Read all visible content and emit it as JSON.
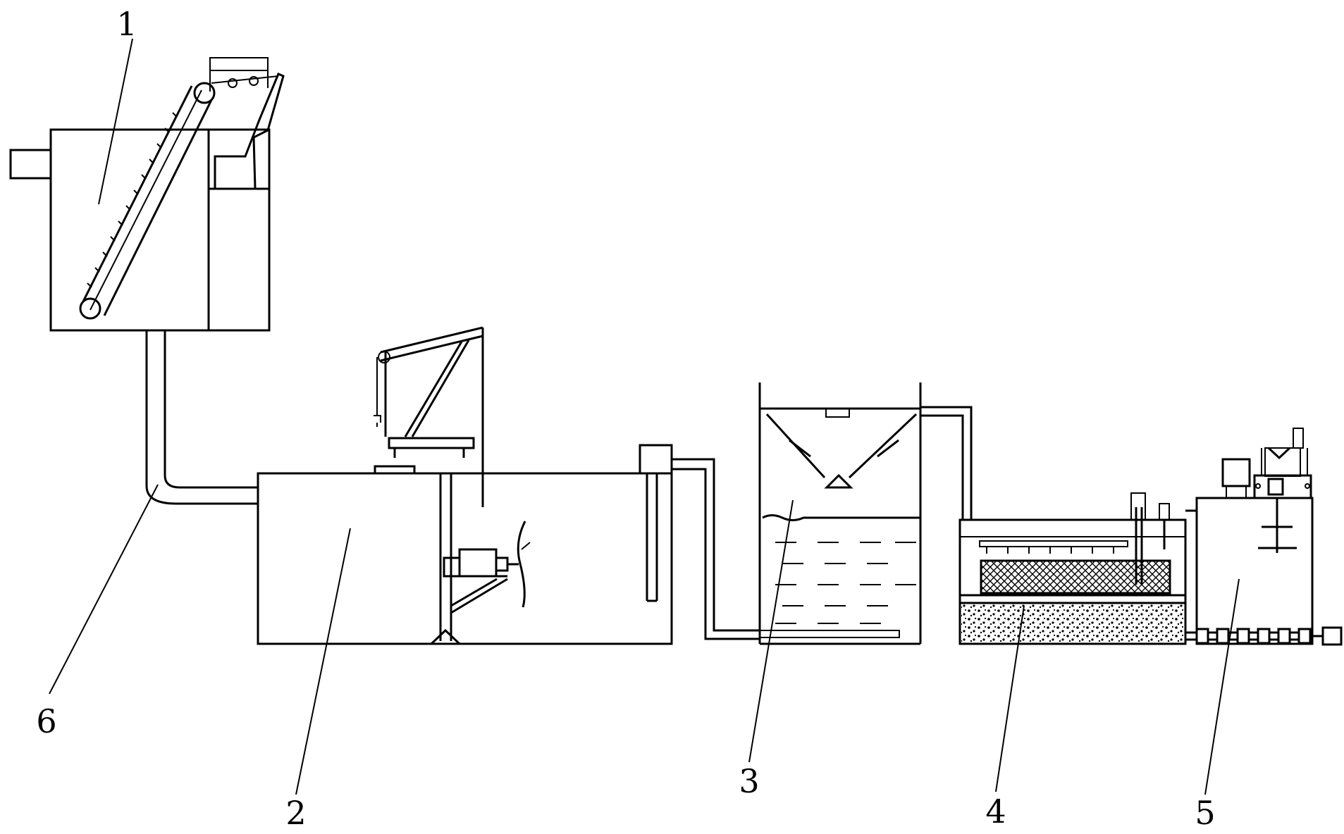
{
  "labels": {
    "n1": "1",
    "n2": "2",
    "n3": "3",
    "n4": "4",
    "n5": "5",
    "n6": "6"
  },
  "colors": {
    "line": "#000000",
    "background": "#ffffff"
  }
}
